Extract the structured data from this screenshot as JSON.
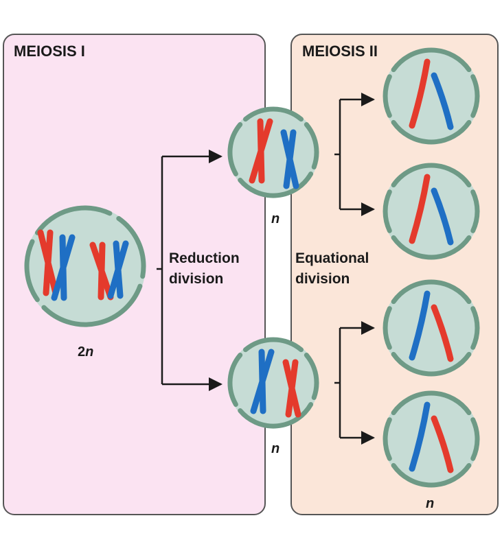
{
  "panels": {
    "meiosis1": {
      "title": "MEIOSIS I",
      "fill": "#fbe3f2"
    },
    "meiosis2": {
      "title": "MEIOSIS II",
      "fill": "#fbe6d9"
    }
  },
  "labels": {
    "reduction_line1": "Reduction",
    "reduction_line2": "division",
    "equational_line1": "Equational",
    "equational_line2": "division"
  },
  "ploidy": {
    "parent_num": "2",
    "parent_letter": "n",
    "haploid_top": "n",
    "haploid_bottom": "n",
    "final": "n"
  },
  "colors": {
    "paternal": "#e43a2c",
    "maternal": "#1f6fc4",
    "cell_fill": "#c6dcd5",
    "cell_border": "#6e9a86",
    "panel_border": "#555555",
    "arrow": "#1a1a1a"
  }
}
